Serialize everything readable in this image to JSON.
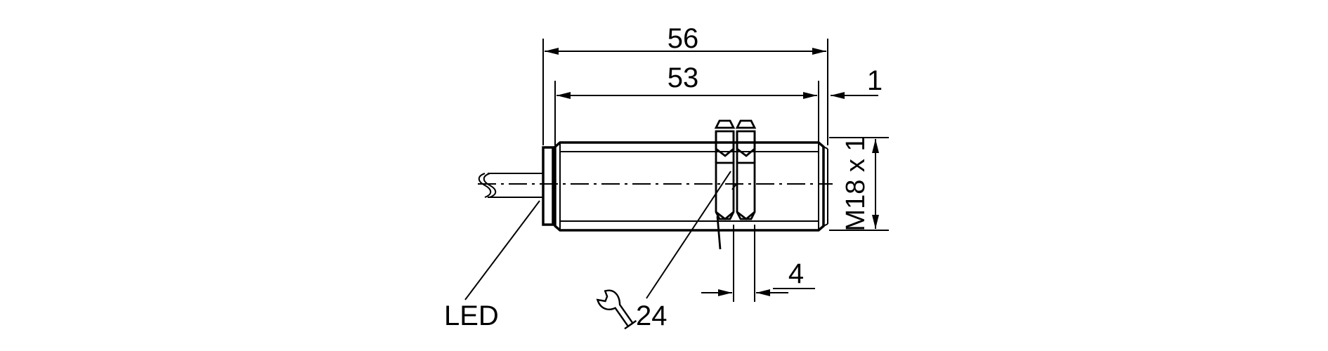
{
  "drawing": {
    "colors": {
      "line": "#000000",
      "background": "#ffffff"
    },
    "dimensions": {
      "overall_length": "56",
      "thread_length": "53",
      "front_offset": "1",
      "thread": "M18 x 1",
      "nut_thickness": "4",
      "wrench_size": "24"
    },
    "callouts": {
      "led": "LED"
    },
    "icons": [
      "wrench-icon"
    ]
  }
}
